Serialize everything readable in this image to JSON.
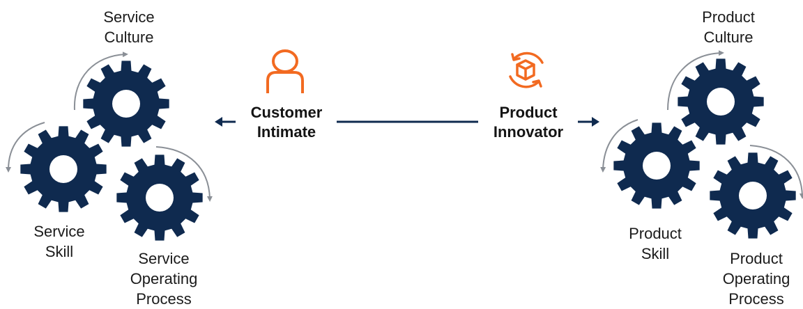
{
  "colors": {
    "gear": "#0f2a4f",
    "accent": "#f26a21",
    "connector": "#0f2a4f",
    "curve_arrow": "#8a8f96",
    "text": "#1b1b1b"
  },
  "icons": {
    "customer": "person-outline-icon",
    "product": "rotating-box-icon"
  },
  "left_group": {
    "culture": [
      "Service",
      "Culture"
    ],
    "skill": [
      "Service",
      "Skill"
    ],
    "process": [
      "Service",
      "Operating",
      "Process"
    ]
  },
  "right_group": {
    "culture": [
      "Product",
      "Culture"
    ],
    "skill": [
      "Product",
      "Skill"
    ],
    "process": [
      "Product",
      "Operating",
      "Process"
    ]
  },
  "center": {
    "customer": [
      "Customer",
      "Intimate"
    ],
    "product": [
      "Product",
      "Innovator"
    ]
  }
}
